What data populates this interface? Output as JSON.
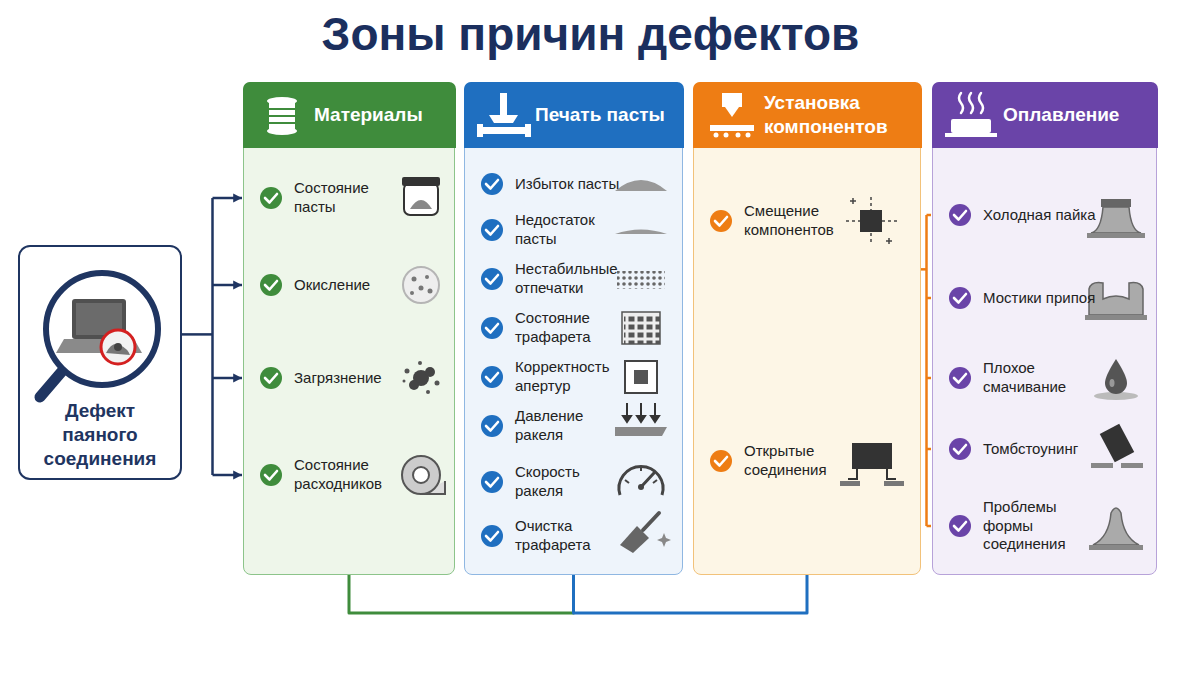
{
  "diagram": {
    "title": "Зоны причин дефектов",
    "nodes": [
      {
        "text": [
          "Дефект паяного соединения"
        ]
      },
      {
        "text": [
          "Материалы",
          "Состояние пасты",
          "Окисление",
          "Загрязнение",
          "Состояние расходников"
        ]
      },
      {
        "text": [
          "Печать пасты",
          "Избыток пасты",
          "Недостаток пасты",
          "Нестабильные отпечатки",
          "Состояние трафарета",
          "Корректность апертур",
          "Давление ракеля",
          "Скорость ракеля",
          "Очистка трафарета"
        ]
      },
      {
        "text": [
          "Установка компонентов",
          "Смещение компонентов",
          "Открытые соединения"
        ]
      },
      {
        "text": [
          "Оплавление",
          "Холодная пайка",
          "Мостики припоя",
          "Плохое смачивание",
          "Томбстоунинг",
          "Проблемы формы соединения"
        ]
      }
    ],
    "edges": [
      {
        "from": 0,
        "to": 1,
        "arrow": "to"
      },
      {
        "from": 1,
        "to": 2,
        "arrow": "none"
      },
      {
        "from": 2,
        "to": 3,
        "arrow": "none"
      },
      {
        "from": 3,
        "to": 4,
        "arrow": "none"
      }
    ]
  }
}
